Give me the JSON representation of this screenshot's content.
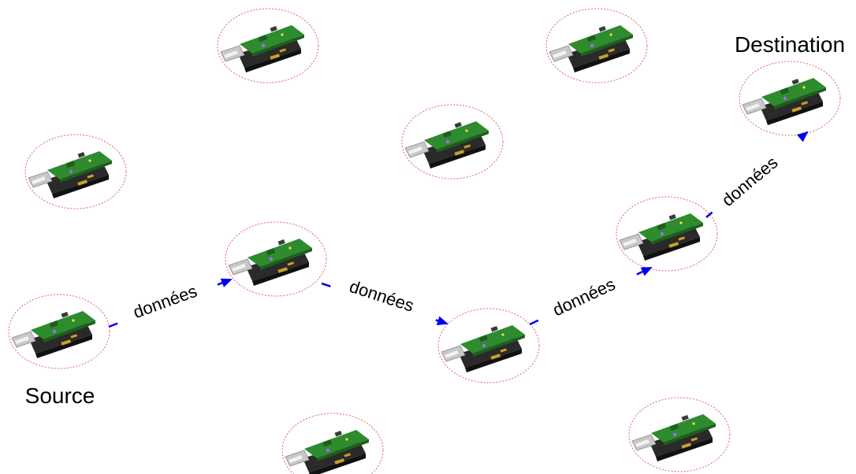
{
  "labels": {
    "source": "Source",
    "destination": "Destination"
  },
  "link_label": "données",
  "colors": {
    "arrow": "#0000ee",
    "halo": "#e06070",
    "board": "#2e8b2e",
    "board_dark": "#1d5e1d",
    "battery": "#2a2a2a",
    "usb": "#c8c8c8",
    "gold": "#c9a227"
  },
  "icon": "sensor-mote-icon",
  "route": [
    "node-source",
    "node-hop-1",
    "node-hop-2",
    "node-hop-3",
    "node-destination"
  ],
  "links": [
    {
      "from": "node-source",
      "to": "node-hop-1",
      "label": "données"
    },
    {
      "from": "node-hop-1",
      "to": "node-hop-2",
      "label": "données"
    },
    {
      "from": "node-hop-2",
      "to": "node-hop-3",
      "label": "données"
    },
    {
      "from": "node-hop-3",
      "to": "node-destination",
      "label": "données"
    }
  ]
}
